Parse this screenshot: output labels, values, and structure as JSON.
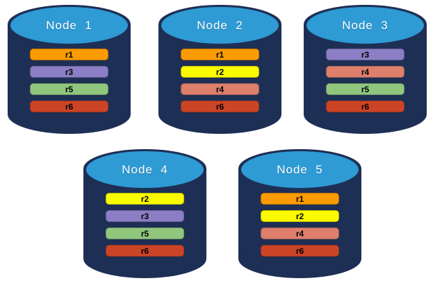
{
  "colors": {
    "background": "#FFFFFF",
    "cylinder_body": "#1E2F55",
    "cylinder_top_face": "#2E9BD5",
    "replica_palette": {
      "r1": "#FB9A01",
      "r2": "#FAFA00",
      "r3": "#8C7EC5",
      "r4": "#DD7F6B",
      "r5": "#90C67E",
      "r6": "#CC4426"
    }
  },
  "nodes": [
    {
      "label": "Node  1",
      "bars": [
        {
          "label": "r1",
          "color": "#FB9A01"
        },
        {
          "label": "r3",
          "color": "#8C7EC5"
        },
        {
          "label": "r5",
          "color": "#90C67E"
        },
        {
          "label": "r6",
          "color": "#CC4426"
        }
      ]
    },
    {
      "label": "Node  2",
      "bars": [
        {
          "label": "r1",
          "color": "#FB9A01"
        },
        {
          "label": "r2",
          "color": "#FAFA00"
        },
        {
          "label": "r4",
          "color": "#DD7F6B"
        },
        {
          "label": "r6",
          "color": "#CC4426"
        }
      ]
    },
    {
      "label": "Node  3",
      "bars": [
        {
          "label": "r3",
          "color": "#8C7EC5"
        },
        {
          "label": "r4",
          "color": "#DD7F6B"
        },
        {
          "label": "r5",
          "color": "#90C67E"
        },
        {
          "label": "r6",
          "color": "#CC4426"
        }
      ]
    },
    {
      "label": "Node  4",
      "bars": [
        {
          "label": "r2",
          "color": "#FAFA00"
        },
        {
          "label": "r3",
          "color": "#8C7EC5"
        },
        {
          "label": "r5",
          "color": "#90C67E"
        },
        {
          "label": "r6",
          "color": "#CC4426"
        }
      ]
    },
    {
      "label": "Node  5",
      "bars": [
        {
          "label": "r1",
          "color": "#FB9A01"
        },
        {
          "label": "r2",
          "color": "#FAFA00"
        },
        {
          "label": "r4",
          "color": "#DD7F6B"
        },
        {
          "label": "r6",
          "color": "#CC4426"
        }
      ]
    }
  ]
}
